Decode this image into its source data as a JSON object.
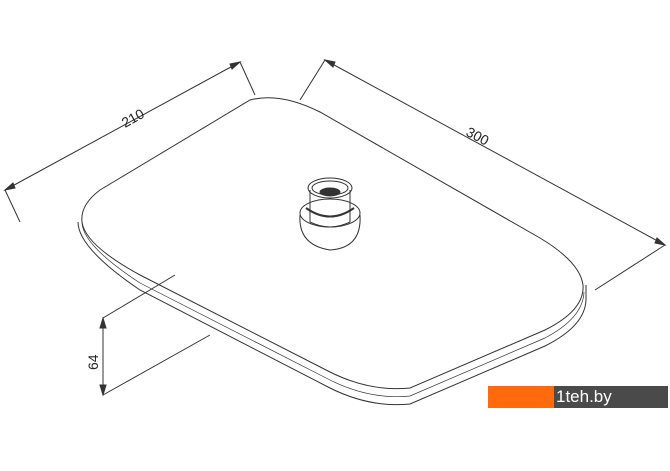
{
  "dimensions": {
    "width": "210",
    "length": "300",
    "height": "64"
  },
  "logo": {
    "text": "1teh.by",
    "colors": {
      "orange": "#ff6a0d",
      "grey": "#4a4a4a"
    }
  }
}
